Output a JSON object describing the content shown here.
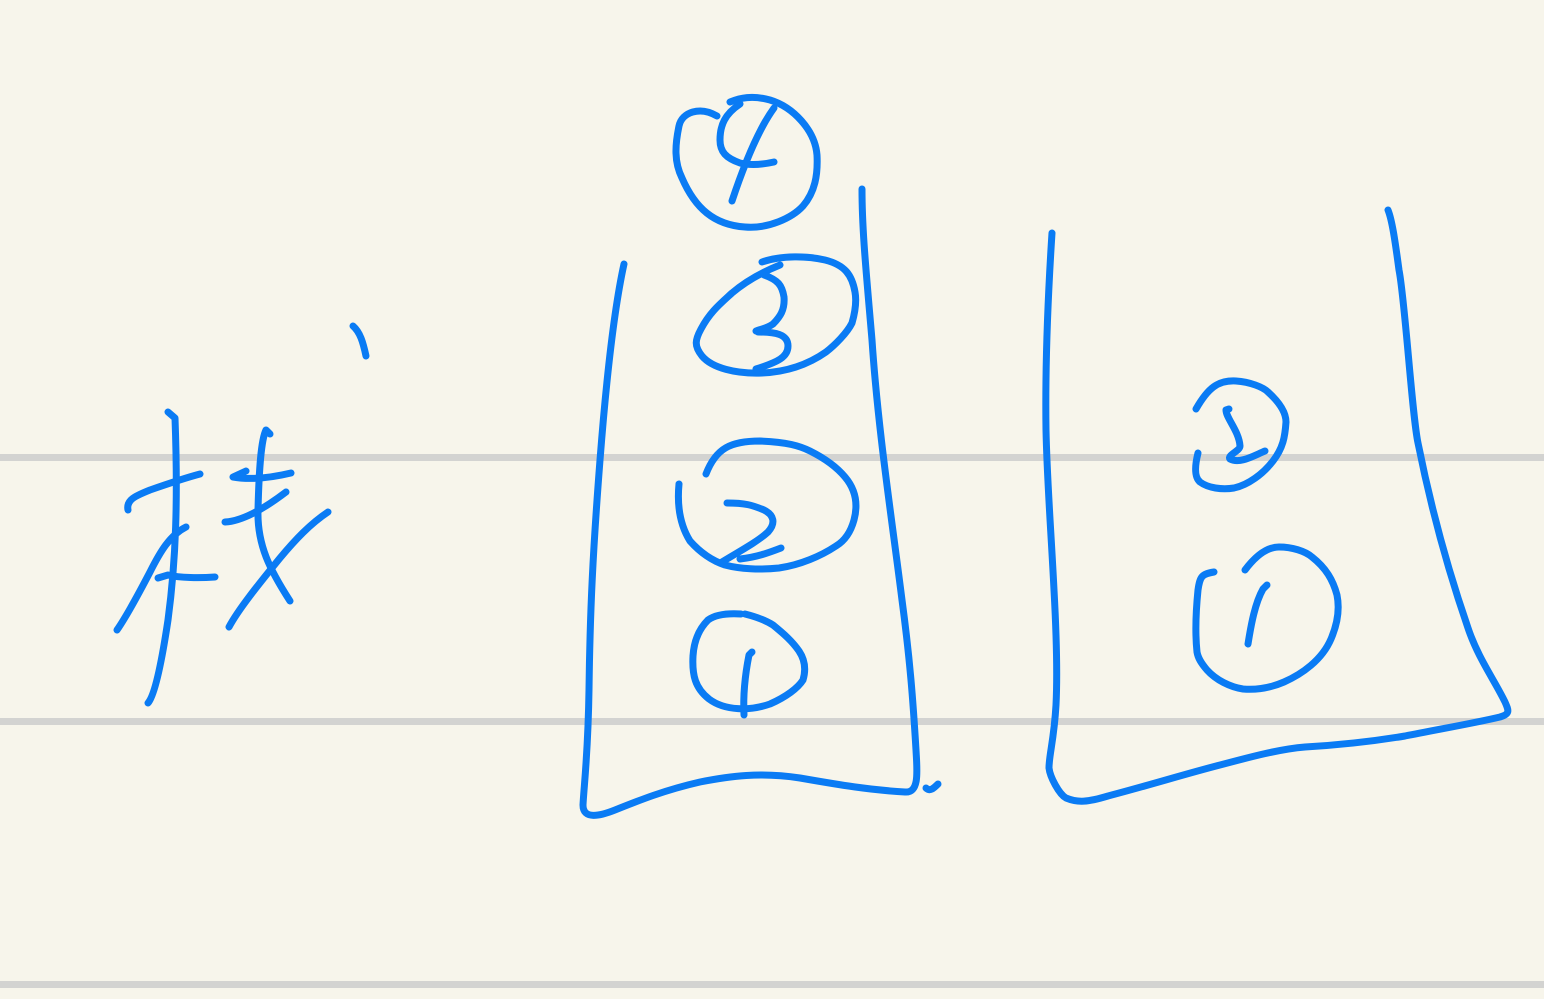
{
  "note": {
    "heading_glyph": "栈",
    "ink_color": "#0a7bf4",
    "paper_color": "#f7f5eb",
    "rule_color": "#d3d3d1"
  },
  "stack_left": {
    "items": [
      "4",
      "3",
      "2",
      "1"
    ]
  },
  "stack_right": {
    "items": [
      "2",
      "1"
    ]
  }
}
